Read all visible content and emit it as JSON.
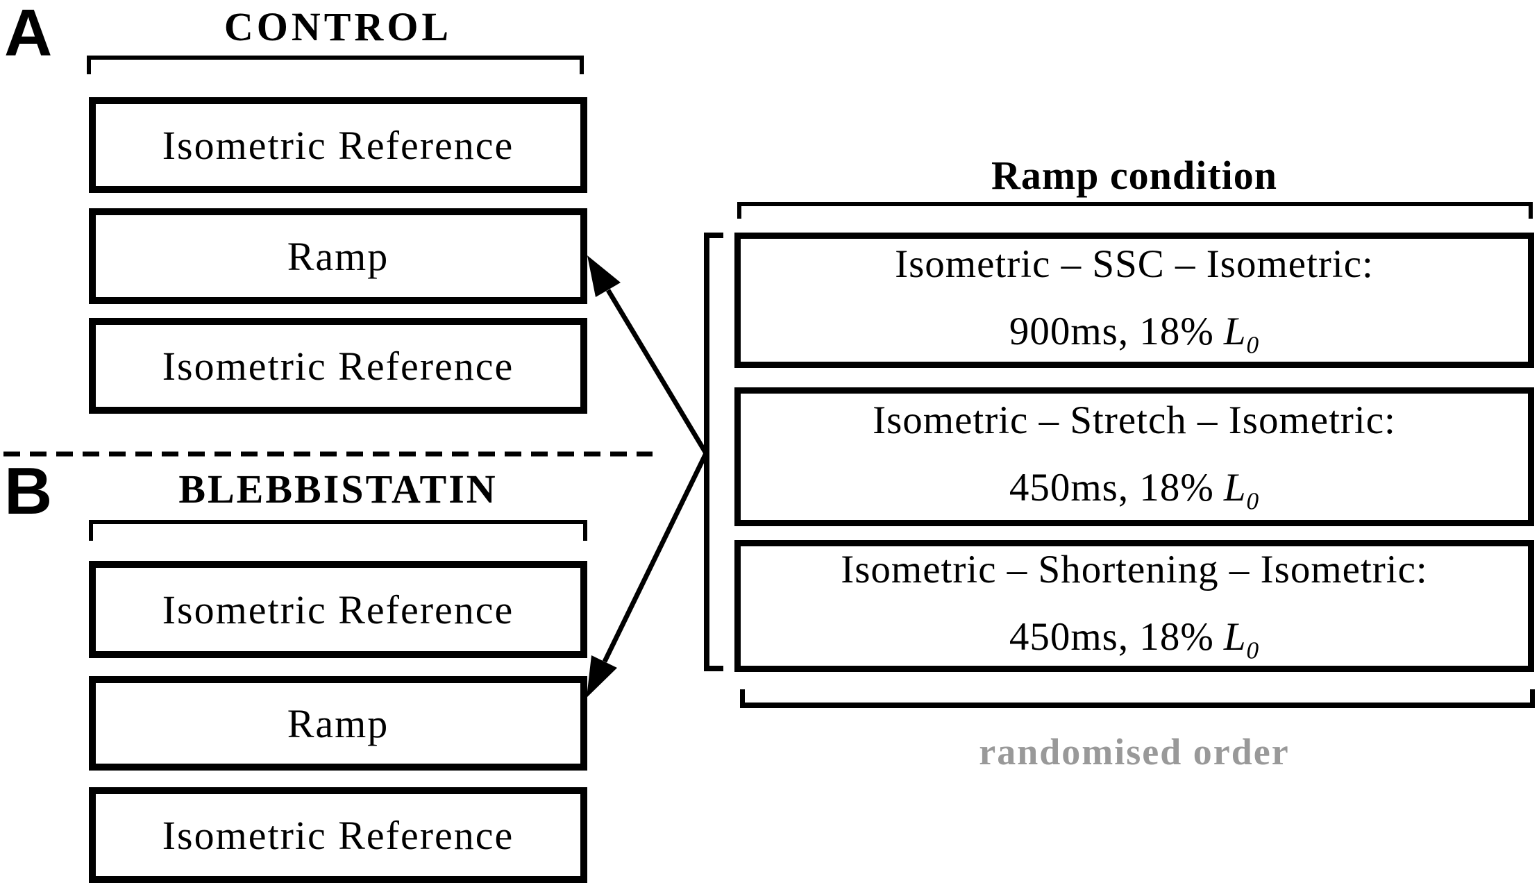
{
  "figure": {
    "type": "experimental-protocol-diagram",
    "colors": {
      "ink": "#000000",
      "muted_text": "#999999",
      "background": "#ffffff"
    }
  },
  "panel_a": {
    "label": "A",
    "title": "CONTROL",
    "boxes": [
      "Isometric Reference",
      "Ramp",
      "Isometric Reference"
    ]
  },
  "panel_b": {
    "label": "B",
    "title": "BLEBBISTATIN",
    "boxes": [
      "Isometric Reference",
      "Ramp",
      "Isometric Reference"
    ]
  },
  "ramp_condition": {
    "title": "Ramp condition",
    "options": [
      {
        "line1": "Isometric – SSC – Isometric:",
        "line2": "900ms, 18%",
        "symbol": "L",
        "subscript": "0"
      },
      {
        "line1": "Isometric – Stretch – Isometric:",
        "line2": "450ms, 18%",
        "symbol": "L",
        "subscript": "0"
      },
      {
        "line1": "Isometric – Shortening – Isometric:",
        "line2": "450ms, 18%",
        "symbol": "L",
        "subscript": "0"
      }
    ],
    "footer": "randomised order"
  }
}
